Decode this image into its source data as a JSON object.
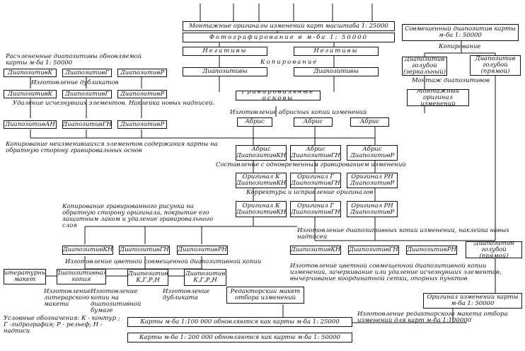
{
  "top": {
    "montage": "Монтажные оригиналы изменений карт масштаба 1: 25000",
    "photo": "Фотографирование в м-ба 1: 50000",
    "neg1": "Негативы",
    "neg2": "Негативы",
    "copy": "Копирование",
    "diap1": "Диапозитивы",
    "diap2": "Диапозитивы",
    "combined": "Совмещенный диапозитив карты м-ба 1: 50000",
    "copy_right": "Копирование",
    "blue_mirror": "Диапозитив голубой (зеркальный)",
    "blue_direct": "Диапозитив голубой (прямой)"
  },
  "left": {
    "split_caption": "Расчлененные диапозитивы обновляемой карты м-ба 1: 50000",
    "dk": "ДиапозитивК",
    "dg": "ДиапозитивГ",
    "dr": "ДиапозитивР",
    "dup_caption": "Изготовление дубликатов",
    "dk2": "ДиапозитивК",
    "dg2": "ДиапозитивГ",
    "dr2": "ДиапозитивР",
    "remove_caption": "Удаление исчезнувших элементов. Наклейка новых надписей.",
    "dan": "ДиапозитивАН",
    "dgn": "ДиапозитивГН",
    "drn": "ДиапозитивР",
    "copy_unchanged": "Копирование неизменившихся элементов содержания карты на обратную сторону гравировальных основ"
  },
  "engrave": {
    "bases": "Гравировальные основы",
    "montage_label": "Монтаж диапозитивов",
    "montage_orig": "Монтажный оригинал изменений",
    "abris_caption": "Изготовление абрисных копий изменений",
    "abris1": "Абрис",
    "abris2": "Абрис",
    "abris3": "Абрис",
    "ad1": "Абрис ДиапозитивКН",
    "ad2": "Абрис ДиапозитивГН",
    "ad3": "Абрис ДиапозитивР",
    "compose_caption": "Составление с одновременным гравированием изменений",
    "o1": "Оригинал К ДиапозитивКН",
    "o2": "Оригинал Г ДиапозитивГН",
    "o3": "Оригинал РН ДиапозитивР",
    "correct_caption": "Корректура и исправление оригиналов",
    "c1": "Оригинал К ДиапозитивКН",
    "c2": "Оригинал Г ДиапозитивГН",
    "c3": "Оригинал РН ДиапозитивР",
    "engr_copy_caption": "Копирование гравированного рисунка на обратную сторону оригинала, покрытие его защитным лаком и удаление гравировального слоя"
  },
  "bottom": {
    "make_diap_caption": "Изготовление диапозитивных копий изменений, наклейка новых надписей",
    "b1": "ДиапозитивКН",
    "b2": "ДиапозитивГН",
    "b3": "ДиапозитивРН",
    "b4": "ДиапозитивКН",
    "b5": "ДиапозитивГН",
    "b6": "ДиапозитивРН",
    "b7": "Диапозитив голубой (прямой)",
    "color_copy_caption": "Изготовление цветной совмещенной диапозитивной копии",
    "lit": "Литературный макет",
    "diap_copy": "Диапозитивная копия",
    "kgrn1": "Диапозитив К,Г,Р,Н",
    "kgrn2": "Диапозитив К,Г,Р,Н",
    "lit_caption": "Изготовление литерарского макета",
    "paper_caption": "Изготовление копии на диапозитивной бумаге",
    "dup_caption": "Изготовление дубликата",
    "right_caption": "Изготовление цветной совмещенной диапозитивной копии изменений, зачеркивание или удаление исчезнувших элементов, вычерчивание координатной сетки, опорных пунктов",
    "orig_changes": "Оригинал изменений карты м-ба 1: 50000",
    "editor_box": "Редакторский макет отбора изменений",
    "editor_caption": "Изготовление редакторского макета отбора изменений для карт м-ба 1:100000",
    "final1": "Карты м-ба 1:100 000 обновляются как карты м-ба 1: 25000",
    "final2": "Карты м-ба 1: 200 000 обновляются как карты м-ба 1: 50000",
    "legend": "Условные обозначения: К - контур ; Г -гидрография; Р - рельеф; Н - надписи"
  }
}
